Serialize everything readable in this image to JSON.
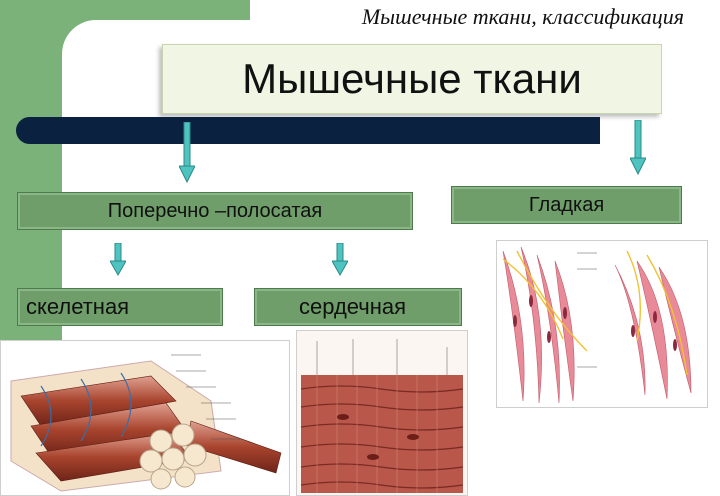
{
  "header": {
    "subtitle": "Мышечные ткани, классификация"
  },
  "main_title": "Мышечные ткани",
  "categories": {
    "striated": "Поперечно –полосатая",
    "smooth": "Гладкая",
    "skeletal": "скелетная",
    "cardiac": "сердечная"
  },
  "colors": {
    "green": "#6f9e6a",
    "bar": "#0b2140",
    "arrow": "#4fc3c0"
  },
  "icons": {
    "arrow": "down-arrow-icon"
  }
}
